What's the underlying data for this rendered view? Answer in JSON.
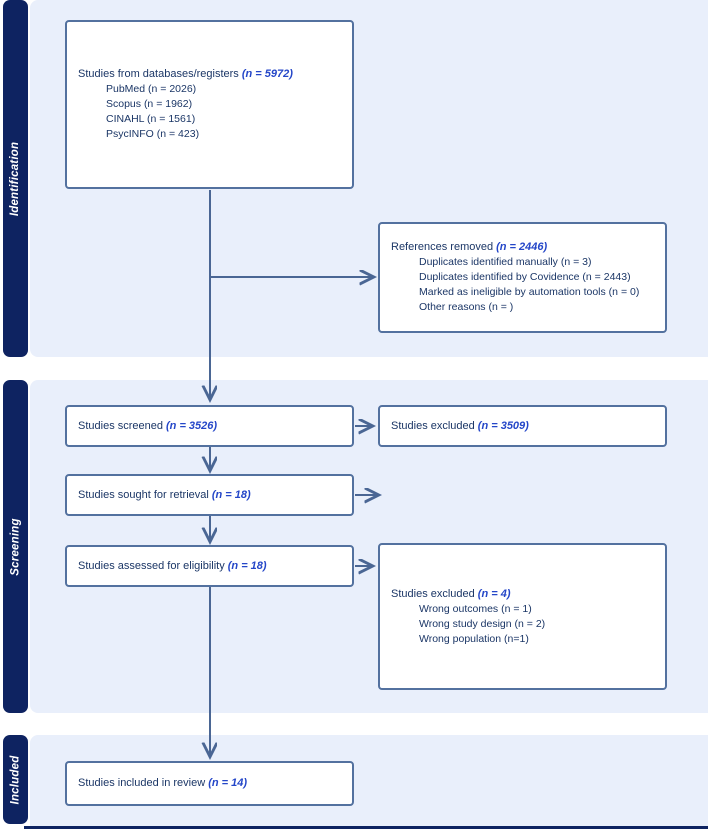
{
  "sections": [
    {
      "label": "Identification"
    },
    {
      "label": "Screening"
    },
    {
      "label": "Included"
    }
  ],
  "boxes": {
    "databases": {
      "title": "Studies from databases/registers",
      "n": "(n = 5972)",
      "items": [
        "PubMed (n = 2026)",
        "Scopus (n = 1962)",
        "CINAHL (n = 1561)",
        "PsycINFO (n = 423)"
      ]
    },
    "references_removed": {
      "title": "References removed",
      "n": "(n = 2446)",
      "items": [
        "Duplicates identified manually (n = 3)",
        "Duplicates identified by Covidence (n = 2443)",
        "Marked as ineligible by automation tools (n = 0)",
        "Other reasons (n = )"
      ]
    },
    "screened": {
      "title": "Studies screened",
      "n": "(n = 3526)"
    },
    "excluded_screening": {
      "title": "Studies excluded",
      "n": "(n = 3509)"
    },
    "sought": {
      "title": "Studies sought for retrieval",
      "n": "(n = 18)"
    },
    "assessed": {
      "title": "Studies assessed for eligibility",
      "n": "(n = 18)"
    },
    "excluded_eligibility": {
      "title": "Studies excluded",
      "n": "(n = 4)",
      "items": [
        "Wrong outcomes (n = 1)",
        "Wrong study design (n = 2)",
        "Wrong population (n=1)"
      ]
    },
    "included": {
      "title": "Studies included in review",
      "n": "(n = 14)"
    }
  },
  "colors": {
    "section_bg": "#e9effb",
    "sidebar_bg": "#0e2361",
    "box_border": "#53719f",
    "arrow": "#4a6694",
    "text": "#1b3666",
    "n_value": "#2446c8"
  }
}
